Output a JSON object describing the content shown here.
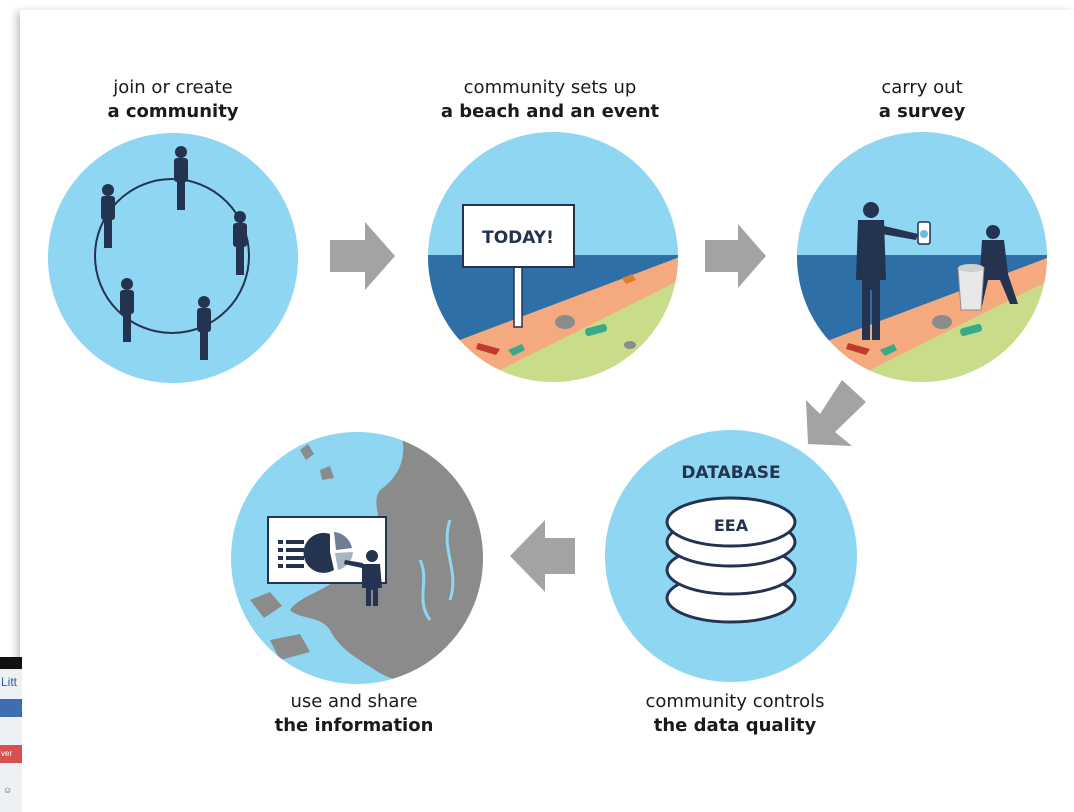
{
  "steps": [
    {
      "line1": "join or create",
      "line2": "a community"
    },
    {
      "line1": "community sets up",
      "line2": "a beach and an event"
    },
    {
      "line1": "carry out",
      "line2": "a survey"
    },
    {
      "line1": "community controls",
      "line2": "the data quality"
    },
    {
      "line1": "use and share",
      "line2": "the information"
    }
  ],
  "sign_text": "TODAY!",
  "database_label": "DATABASE",
  "database_disk_label": "EEA",
  "peek": {
    "title": "Litt",
    "badge": "ver",
    "icon": "☺"
  },
  "colors": {
    "sky": "#8ed6f2",
    "sea": "#2f6fa8",
    "sand": "#f5a97e",
    "grass": "#c9dc8a",
    "figure": "#24334f",
    "arrow": "#a3a3a3",
    "land": "#8b8b8b"
  }
}
